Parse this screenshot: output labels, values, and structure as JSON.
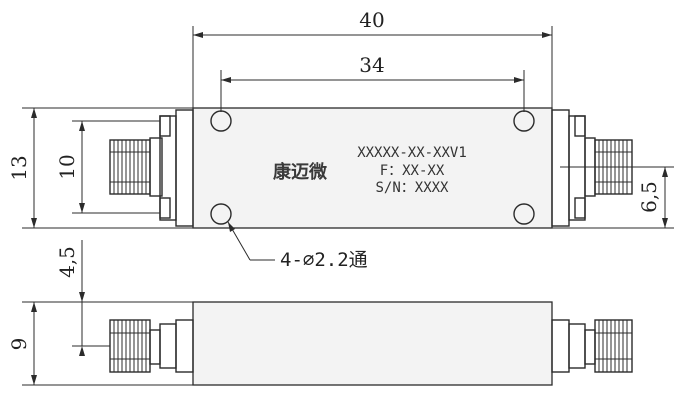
{
  "dimensions": {
    "overall_width": "40",
    "hole_spacing": "34",
    "height_top": "13",
    "connector_height": "10",
    "connector_offset": "6,5",
    "side_offset": "4,5",
    "thickness": "9"
  },
  "labels": {
    "model": "XXXXX-XX-XXV1",
    "frequency": "F：XX-XX",
    "serial": "S/N：XXXX",
    "brand": "康迈微",
    "hole_note": "4-∅2.2通"
  }
}
